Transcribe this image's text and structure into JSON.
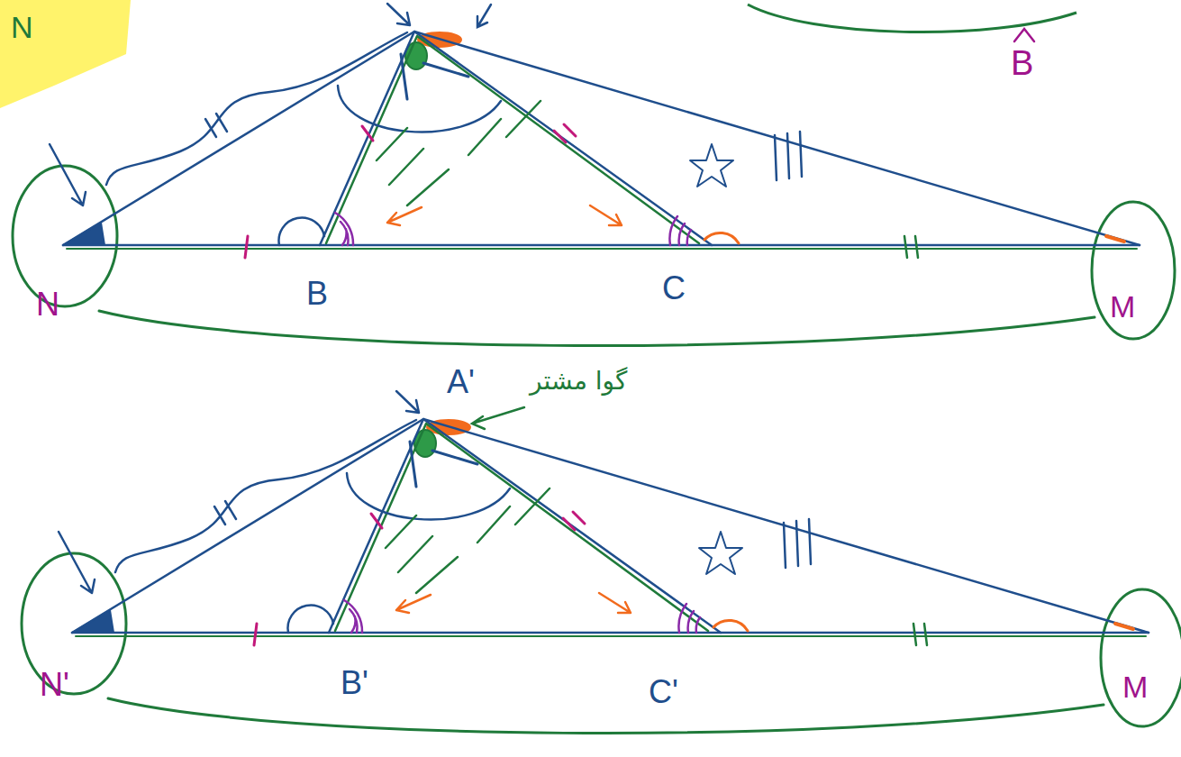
{
  "diagram": {
    "labels": [
      "N",
      "B",
      "N",
      "B",
      "C",
      "M",
      "A'",
      "گوا مشتر",
      "N'",
      "B'",
      "C'",
      "M"
    ]
  }
}
